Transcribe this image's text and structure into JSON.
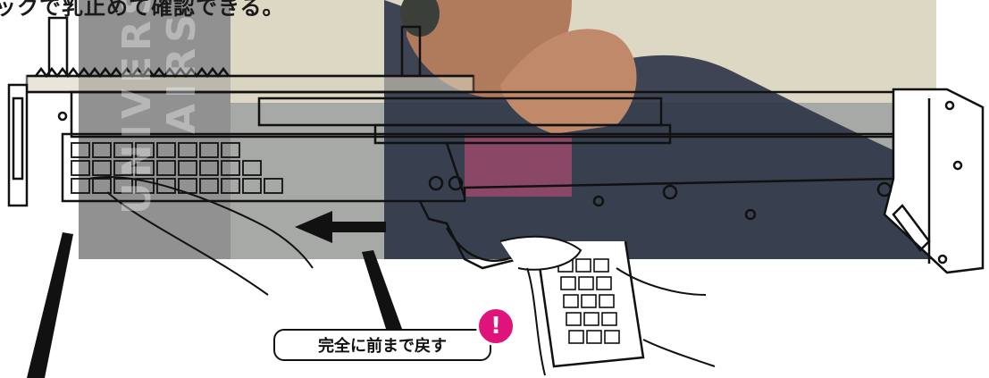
{
  "image": {
    "caption_top": "ックで乳止めて確認できる。",
    "callout_text": "完全に前まで戻す",
    "exclamation": "!",
    "watermark_word_1": "UNIVERS",
    "watermark_word_2": "AIRS",
    "colors": {
      "overlay_beige": "#d9d5c0",
      "overlay_gray": "#7f8180",
      "jacket_navy": "#2c3447",
      "magenta_panel": "#9a4a6a",
      "accent_pink": "#e0137a",
      "line": "#111111"
    },
    "icons": [
      "arrow-left-icon",
      "exclamation-icon"
    ]
  }
}
